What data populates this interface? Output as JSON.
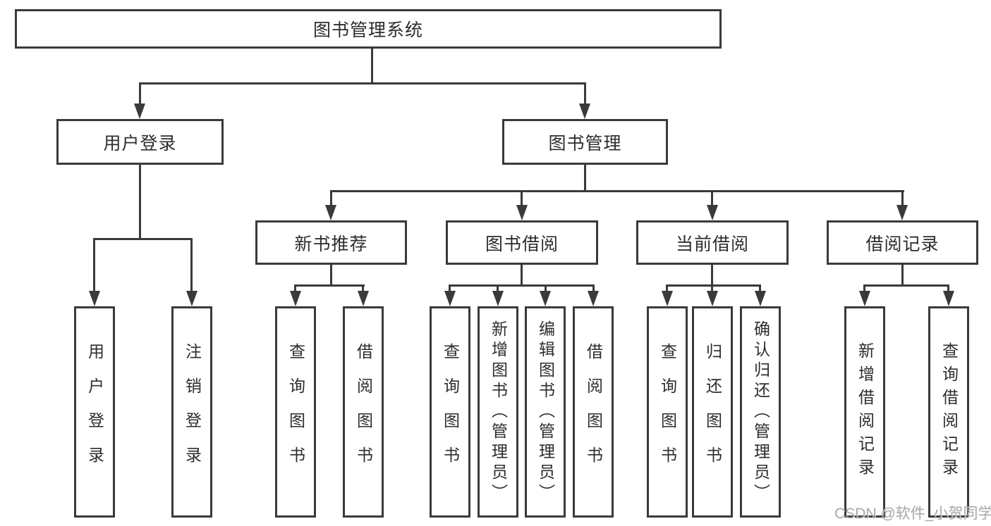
{
  "colors": {
    "line": "#3a3a3a",
    "text": "#2d2d2d",
    "background": "#ffffff",
    "watermark": "#9e9e9e"
  },
  "watermark": "CSDN @软件_小贺同学",
  "tree": {
    "label": "图书管理系统",
    "children": [
      {
        "label": "用户登录",
        "children": [
          {
            "label": "用户登录"
          },
          {
            "label": "注销登录"
          }
        ]
      },
      {
        "label": "图书管理",
        "children": [
          {
            "label": "新书推荐",
            "children": [
              {
                "label": "查询图书"
              },
              {
                "label": "借阅图书"
              }
            ]
          },
          {
            "label": "图书借阅",
            "children": [
              {
                "label": "查询图书"
              },
              {
                "label": "新增图书（管理员）"
              },
              {
                "label": "编辑图书（管理员）"
              },
              {
                "label": "借阅图书"
              }
            ]
          },
          {
            "label": "当前借阅",
            "children": [
              {
                "label": "查询图书"
              },
              {
                "label": "归还图书"
              },
              {
                "label": "确认归还（管理员）"
              }
            ]
          },
          {
            "label": "借阅记录",
            "children": [
              {
                "label": "新增借阅记录"
              },
              {
                "label": "查询借阅记录"
              }
            ]
          }
        ]
      }
    ]
  }
}
